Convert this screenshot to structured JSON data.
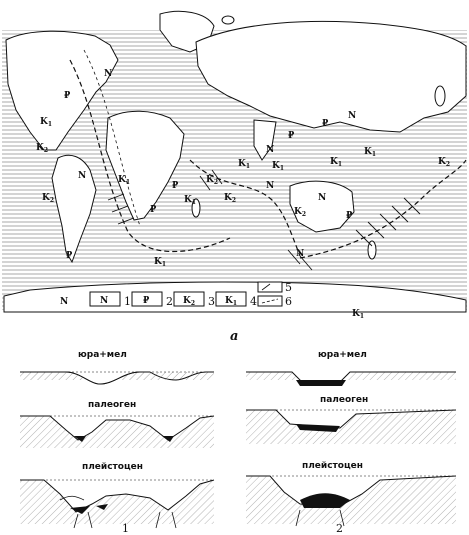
{
  "map": {
    "labels": [
      {
        "id": "n-north-atlantic",
        "base": "N",
        "sub": ""
      },
      {
        "id": "p-north-atlantic",
        "base": "₽",
        "sub": ""
      },
      {
        "id": "k1-america-east",
        "base": "K",
        "sub": "1"
      },
      {
        "id": "k2-america-east",
        "base": "K",
        "sub": "2"
      },
      {
        "id": "n-caribbean",
        "base": "N",
        "sub": ""
      },
      {
        "id": "k1-africa",
        "base": "K",
        "sub": "1"
      },
      {
        "id": "k2-brazil",
        "base": "K",
        "sub": "2"
      },
      {
        "id": "p-south-atlantic",
        "base": "₽",
        "sub": ""
      },
      {
        "id": "p-mid-atlantic",
        "base": "₽",
        "sub": ""
      },
      {
        "id": "k2-mozambique",
        "base": "K",
        "sub": "2"
      },
      {
        "id": "k2-indian-west",
        "base": "K",
        "sub": "2"
      },
      {
        "id": "k1-indian-west",
        "base": "K",
        "sub": "1"
      },
      {
        "id": "n-indian",
        "base": "N",
        "sub": ""
      },
      {
        "id": "p-indian-north",
        "base": "₽",
        "sub": ""
      },
      {
        "id": "n-pacific-west",
        "base": "N",
        "sub": ""
      },
      {
        "id": "k1-pacific-west",
        "base": "K",
        "sub": "1"
      },
      {
        "id": "k2-pacific-west",
        "base": "K",
        "sub": "2"
      },
      {
        "id": "k1-pacific-mid",
        "base": "K",
        "sub": "1"
      },
      {
        "id": "p-pacific-north",
        "base": "₽",
        "sub": ""
      },
      {
        "id": "n-pacific-north",
        "base": "N",
        "sub": ""
      },
      {
        "id": "k1-pacific-east",
        "base": "K",
        "sub": "1"
      },
      {
        "id": "k2-pacific-east",
        "base": "K",
        "sub": "2"
      },
      {
        "id": "k1-australia-west",
        "base": "K",
        "sub": "1"
      },
      {
        "id": "n-australia",
        "base": "N",
        "sub": ""
      },
      {
        "id": "p-pacific-south",
        "base": "₽",
        "sub": ""
      },
      {
        "id": "k1-indian-south",
        "base": "K",
        "sub": "1"
      },
      {
        "id": "p-indian-south",
        "base": "₽",
        "sub": ""
      },
      {
        "id": "n-tasman",
        "base": "N",
        "sub": ""
      },
      {
        "id": "k1-pacific-far-south",
        "base": "K",
        "sub": "1"
      },
      {
        "id": "n-drake",
        "base": "N",
        "sub": ""
      }
    ],
    "legend": [
      {
        "symbol": "N",
        "sub": "",
        "num": "1"
      },
      {
        "symbol": "₽",
        "sub": "",
        "num": "2"
      },
      {
        "symbol": "K",
        "sub": "2",
        "num": "3"
      },
      {
        "symbol": "K",
        "sub": "1",
        "num": "4"
      },
      {
        "symbol": "",
        "sub": "",
        "num": "5"
      },
      {
        "symbol": "",
        "sub": "",
        "num": "6"
      }
    ],
    "caption": "a"
  },
  "sections": {
    "col1": {
      "stages": [
        "юра+мел",
        "палеоген",
        "плейстоцен"
      ],
      "number": "1"
    },
    "col2": {
      "stages": [
        "юра+мел",
        "палеоген",
        "плейстоцен"
      ],
      "number": "2"
    }
  }
}
